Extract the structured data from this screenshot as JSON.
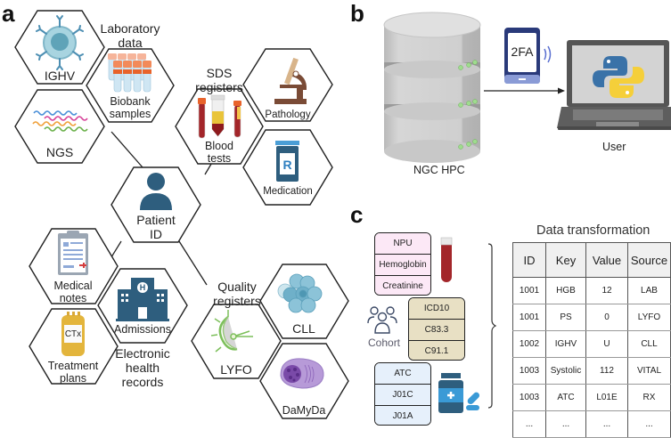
{
  "panels": {
    "a": {
      "letter": "a",
      "hexagons": {
        "ighv": "IGHV",
        "biobank": [
          "Biobank",
          "samples"
        ],
        "ngs": "NGS",
        "blood_tests": [
          "Blood",
          "tests"
        ],
        "pathology": "Pathology",
        "medication": "Medication",
        "patient_id": [
          "Patient",
          "ID"
        ],
        "medical_notes": [
          "Medical",
          "notes"
        ],
        "admissions": "Admissions",
        "treatment_plans": [
          "Treatment",
          "plans"
        ],
        "lyfo": "LYFO",
        "cll": "CLL",
        "damyda": "DaMyDa"
      },
      "groups": {
        "laboratory_data": [
          "Laboratory",
          "data"
        ],
        "sds_registers": [
          "SDS",
          "registers"
        ],
        "quality_registers": [
          "Quality",
          "registers"
        ],
        "electronic_health_records": [
          "Electronic",
          "health",
          "records"
        ]
      },
      "icons": {
        "ctx_label": "CTx",
        "rx_label": "Rx",
        "hospital_label": "H"
      }
    },
    "b": {
      "letter": "b",
      "server_label": "NGC HPC",
      "phone_label": "2FA",
      "user_label": "User"
    },
    "c": {
      "letter": "c",
      "lab_box": [
        "NPU",
        "Hemoglobin",
        "Creatinine"
      ],
      "diag_box": [
        "ICD10",
        "C83.3",
        "C91.1"
      ],
      "drug_box": [
        "ATC",
        "J01C",
        "J01A"
      ],
      "cohort_label": "Cohort",
      "colors": {
        "lab": "#fce8f6",
        "diag": "#e8e0c4",
        "drug": "#e6f0fb"
      },
      "table_title": "Data transformation",
      "table": {
        "headers": [
          "ID",
          "Key",
          "Value",
          "Source"
        ],
        "rows": [
          [
            "1001",
            "HGB",
            "12",
            "LAB"
          ],
          [
            "1001",
            "PS",
            "0",
            "LYFO"
          ],
          [
            "1002",
            "IGHV",
            "U",
            "CLL"
          ],
          [
            "1003",
            "Systolic",
            "112",
            "VITAL"
          ],
          [
            "1003",
            "ATC",
            "L01E",
            "RX"
          ],
          [
            "...",
            "...",
            "...",
            "..."
          ]
        ]
      }
    }
  },
  "colors": {
    "icon_blue": "#2e5e7e",
    "tube_red": "#a3262a",
    "cap_orange": "#e8632b",
    "python_blue": "#3a72a8",
    "python_yellow": "#f5cf3a",
    "phone_navy": "#2a3a7a",
    "led_green": "#8fd18a"
  }
}
